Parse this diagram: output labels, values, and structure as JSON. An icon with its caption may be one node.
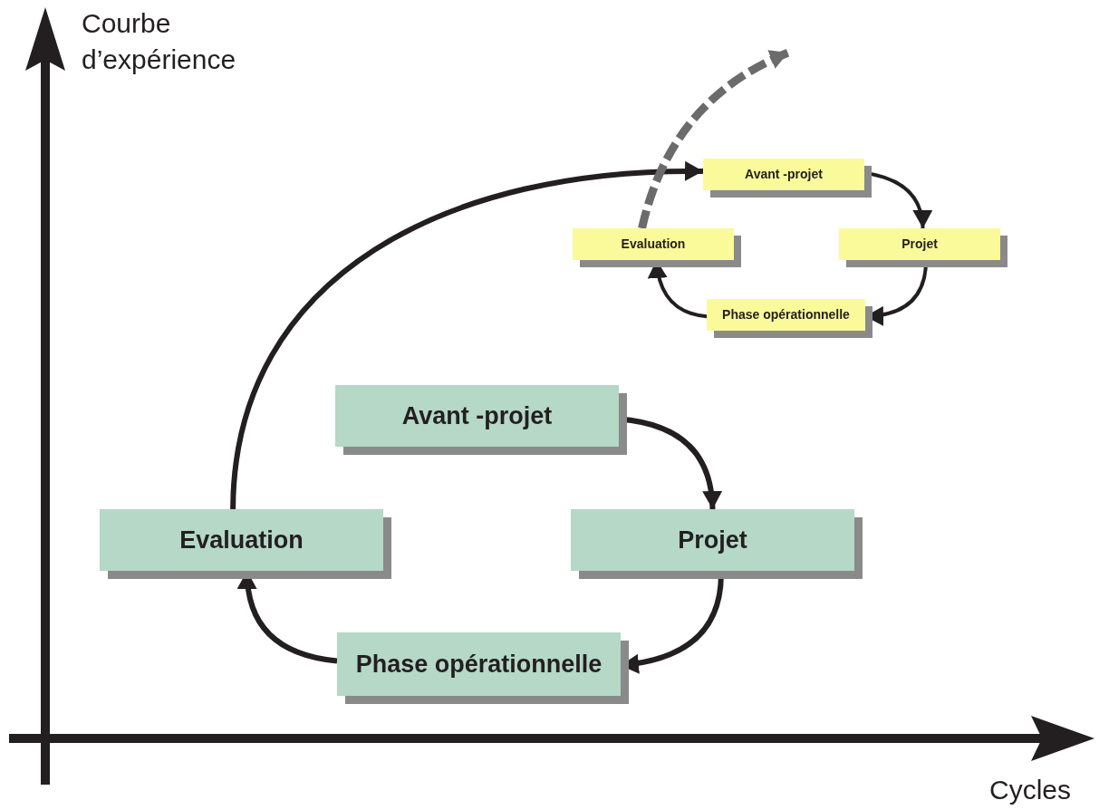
{
  "diagram": {
    "nodes": [
      {
        "text": [
          "Avant -projet"
        ]
      },
      {
        "text": [
          "Projet"
        ]
      },
      {
        "text": [
          "Phase opérationnelle"
        ]
      },
      {
        "text": [
          "Evaluation"
        ]
      },
      {
        "text": [
          "Avant -projet"
        ]
      },
      {
        "text": [
          "Projet"
        ]
      },
      {
        "text": [
          "Phase opérationnelle"
        ]
      },
      {
        "text": [
          "Evaluation"
        ]
      }
    ],
    "edges": [
      {
        "from": 0,
        "to": 1,
        "arrow": "to"
      },
      {
        "from": 1,
        "to": 2,
        "arrow": "to"
      },
      {
        "from": 2,
        "to": 3,
        "arrow": "to"
      },
      {
        "from": 3,
        "to": 4,
        "arrow": "to"
      },
      {
        "from": 4,
        "to": 5,
        "arrow": "to"
      },
      {
        "from": 5,
        "to": 6,
        "arrow": "to"
      },
      {
        "from": 6,
        "to": 7,
        "arrow": "to"
      },
      {
        "from": 7,
        "to": null,
        "arrow": "to",
        "style": "dashed",
        "color": "#6b6b6b"
      }
    ],
    "labels": [
      "Courbe d’expérience",
      "Cycles"
    ]
  }
}
